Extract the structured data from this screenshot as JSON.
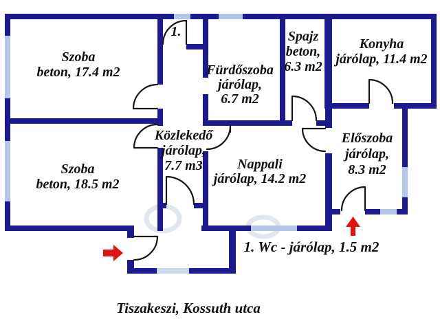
{
  "title": "Floor plan",
  "address": "Tiszakeszi, Kossuth utca",
  "colors": {
    "wall": "#1b1b8f",
    "window": "#b3c8e8",
    "window_light": "#ccd9ec",
    "door_line": "#161616",
    "arrow": "#e11313",
    "text": "#101010",
    "watermark": "#ccd4e3"
  },
  "rooms": {
    "szoba1": {
      "line1": "Szoba",
      "line2": "beton, 17.4 m2"
    },
    "szoba2": {
      "line1": "Szoba",
      "line2": "beton, 18.5 m2"
    },
    "furdoszoba": {
      "line1": "Fürdőszoba",
      "line2": "járólap,",
      "line3": "6.7 m2"
    },
    "spajz": {
      "line1": "Spajz",
      "line2": "beton,",
      "line3": "6.3 m2"
    },
    "konyha": {
      "line1": "Konyha",
      "line2": "járólap, 11.4 m2"
    },
    "kozlekedo": {
      "line1": "Közlekedő",
      "line2": "járólap,",
      "line3": "7.7 m3"
    },
    "nappali": {
      "line1": "Nappali",
      "line2": "járólap, 14.2 m2"
    },
    "eloszoba": {
      "line1": "Előszoba",
      "line2": "járólap,",
      "line3": "8.3 m2"
    }
  },
  "annotations": {
    "wc_marker": "1.",
    "wc_note": "1. Wc - járólap, 1.5 m2"
  }
}
